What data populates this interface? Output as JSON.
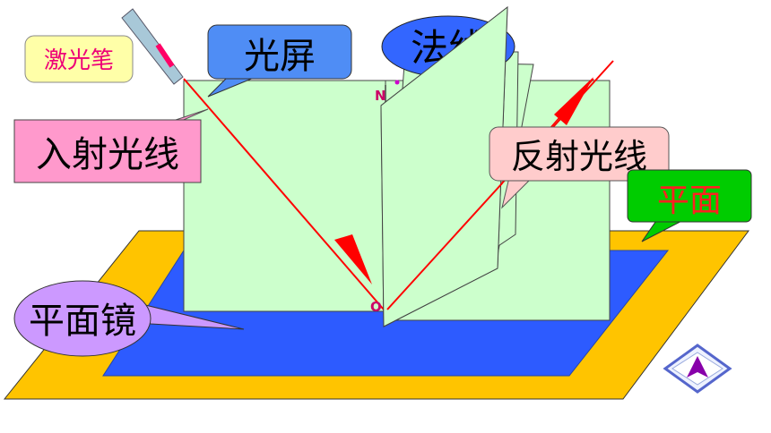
{
  "labels": {
    "laser_pen": "激光笔",
    "screen": "光屏",
    "normal": "法线",
    "incident_ray": "入射光线",
    "reflected_ray": "反射光线",
    "plane": "平面",
    "mirror": "平面镜",
    "point_n": "N",
    "point_o": "O"
  },
  "colors": {
    "outer_plane": "#FFC400",
    "mirror": "#2D5BFF",
    "screen": "#CCFFCC",
    "ray": "#FF0000",
    "laser_callout": "#FFFFA8",
    "screen_callout": "#4F8DF5",
    "normal_callout": "#3366FF",
    "incident_callout": "#FF99CC",
    "reflected_callout": "#FFCCCC",
    "plane_callout": "#00CC00",
    "mirror_callout": "#CC99FF"
  },
  "nav": {
    "icon": "up-arrow-icon"
  }
}
